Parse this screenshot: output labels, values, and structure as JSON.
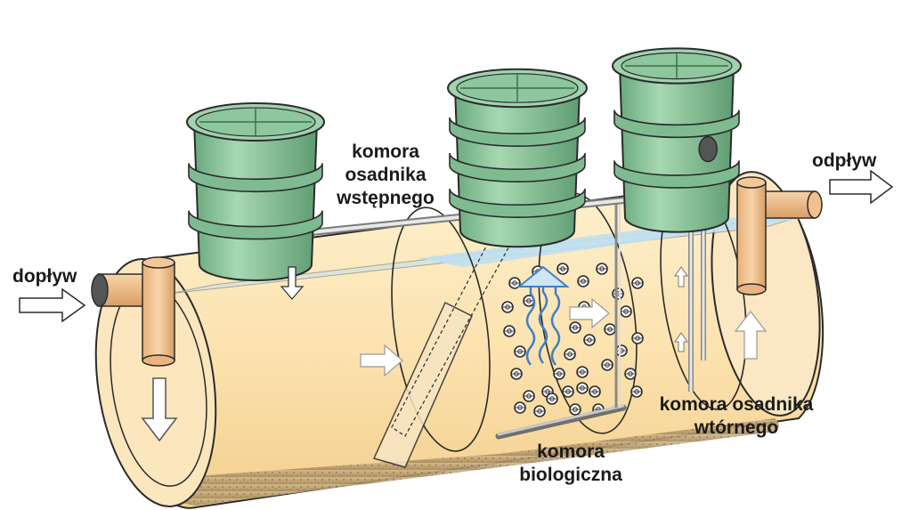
{
  "labels": {
    "inflow": "dopływ",
    "outflow": "odpływ",
    "primary": [
      "komora",
      "osadnika",
      "wstępnego"
    ],
    "biological": [
      "komora",
      "biologiczna"
    ],
    "secondary": [
      "komora osadnika",
      "wtórnego"
    ]
  },
  "colors": {
    "tank": "#fce3b0",
    "tank_outline": "#2b2b2b",
    "riser": "#8ec79e",
    "riser_dark": "#5e9d72",
    "sludge": "#b89a6e",
    "water": "#bfe0ef",
    "pipe": "#f0c08e",
    "biofilm_media": "#333333"
  }
}
